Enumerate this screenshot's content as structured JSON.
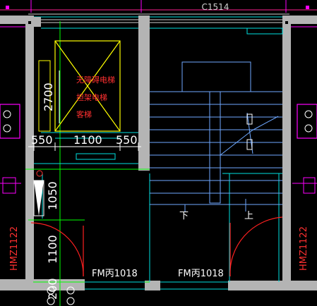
{
  "colors": {
    "background": "#000000",
    "wall": "#b4b4b4",
    "dimension": "#ffffff",
    "elevator_frame": "#ffff00",
    "elevator_text": "#ff3030",
    "stair": "#6fa8ff",
    "door_swing": "#ff2020",
    "magenta": "#ff00ff",
    "axis": "#00ff00",
    "cyan": "#00e0e0",
    "label": "#cfcfcf"
  },
  "labels": {
    "window_top": "C1514",
    "elevator_line1": "无障碍电梯",
    "elevator_line2": "担架电梯",
    "elevator_line3": "客梯",
    "dim_2700": "2700",
    "dim_550_left": "550",
    "dim_1100_mid": "1100",
    "dim_550_right": "550",
    "dim_1050": "1050",
    "dim_1100_left": "1100",
    "dim_200": "200",
    "door_left": "FM丙1018",
    "door_right": "FM丙1018",
    "stair_down": "下",
    "stair_up": "上",
    "cabinet_left": "HMZ1122",
    "cabinet_right": "HMZ1122"
  }
}
